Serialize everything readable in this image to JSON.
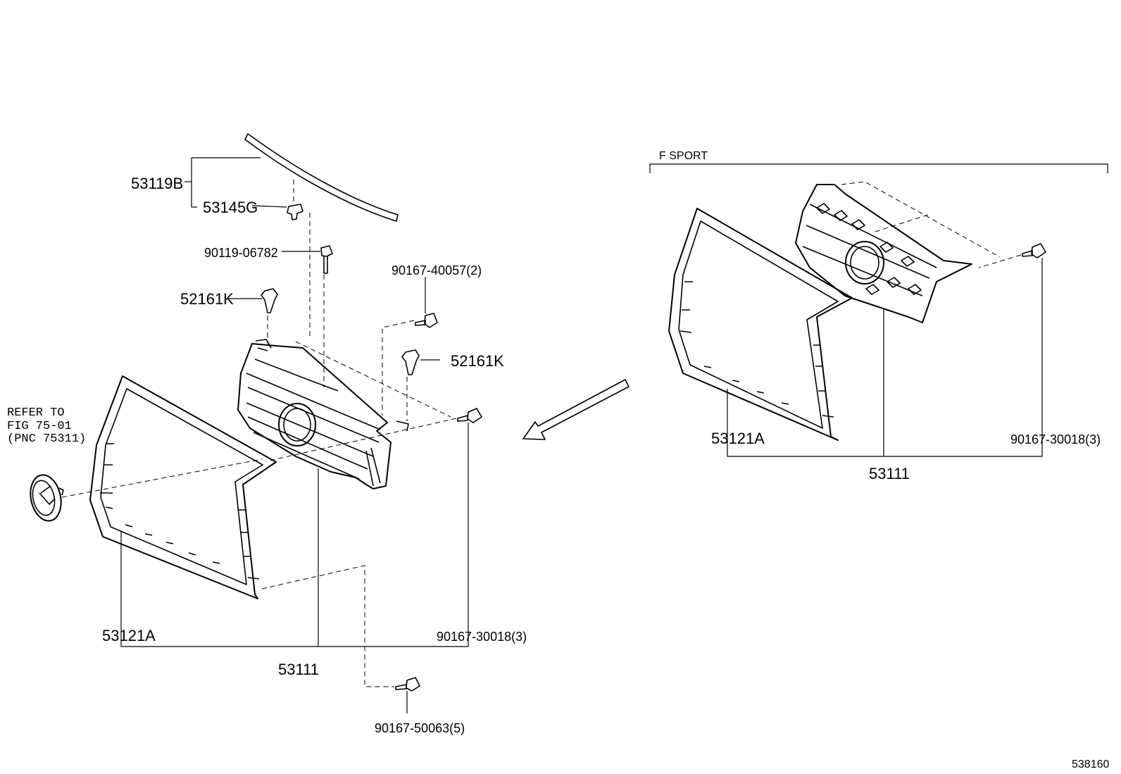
{
  "labels": {
    "p53119b": "53119B",
    "p53145g": "53145G",
    "p90119": "90119-06782",
    "p90167_40057": "90167-40057(2)",
    "p52161k_a": "52161K",
    "p52161k_b": "52161K",
    "refer_1": "REFER TO",
    "refer_2": "FIG 75-01",
    "refer_3": "(PNC 75311)",
    "p53121a_main": "53121A",
    "p90167_30018_main": "90167-30018(3)",
    "p53111_main": "53111",
    "p90167_50063": "90167-50063(5)",
    "fsport": "F SPORT",
    "p53121a_fs": "53121A",
    "p90167_30018_fs": "90167-30018(3)",
    "p53111_fs": "53111",
    "diagram_id": "538160"
  }
}
